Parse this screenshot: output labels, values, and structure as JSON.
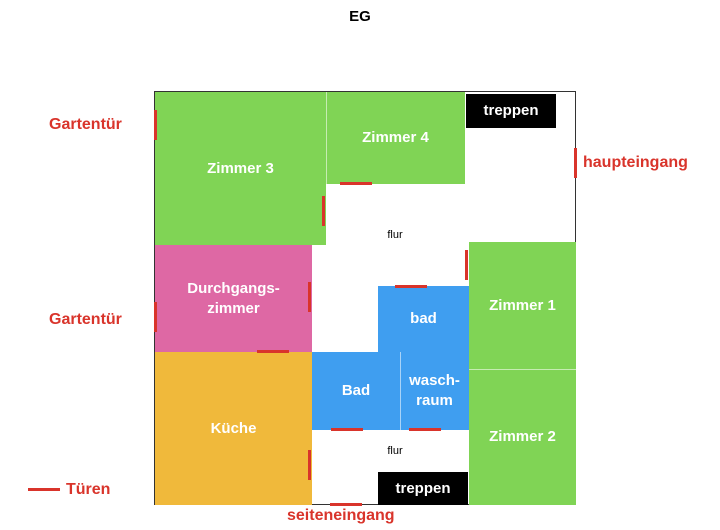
{
  "title": "EG",
  "rooms": {
    "zimmer3": "Zimmer 3",
    "zimmer4": "Zimmer 4",
    "treppen_top": "treppen",
    "flur_top": "flur",
    "durchgang_line1": "Durchgangs-",
    "durchgang_line2": "zimmer",
    "bad_upper": "bad",
    "zimmer1": "Zimmer 1",
    "kueche": "Küche",
    "bad_lower": "Bad",
    "wasch_line1": "wasch-",
    "wasch_line2": "raum",
    "zimmer2": "Zimmer 2",
    "flur_bottom": "flur",
    "treppen_bottom": "treppen"
  },
  "labels": {
    "gartentuer_top": "Gartentür",
    "gartentuer_middle": "Gartentür",
    "haupteingang": "haupteingang",
    "seiteneingang": "seiteneingang",
    "legend_doors": "Türen"
  },
  "colors": {
    "green": "#80d455",
    "pink": "#de68a4",
    "orange": "#f0b93b",
    "blue": "#3f9ef0",
    "door_red": "#d9342b"
  }
}
